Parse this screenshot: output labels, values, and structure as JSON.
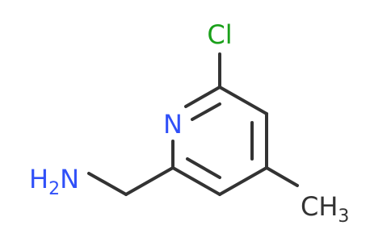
{
  "molecule": {
    "atoms": {
      "chlorine": "Cl",
      "ring_nitrogen": "N",
      "amine_h": "H",
      "amine_sub": "2",
      "amine_n": "N",
      "methyl_ch": "CH",
      "methyl_sub": "3"
    },
    "colors": {
      "bond": "#333333",
      "nitrogen": "#3050f8",
      "chlorine": "#1aa01a",
      "carbon_text": "#333333"
    }
  }
}
